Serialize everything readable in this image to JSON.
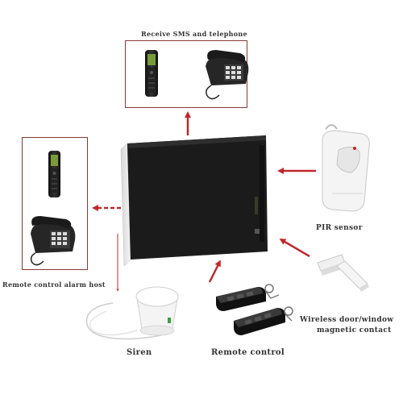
{
  "labels": {
    "receive": "Receive SMS and telephone",
    "remote_alarm_host": "Remote control alarm host",
    "pir": "PIR sensor",
    "door_line1": "Wireless door/window",
    "door_line2": "magnetic contact",
    "siren": "Siren",
    "remote": "Remote control"
  },
  "colors": {
    "arrow": "#c0282b",
    "box_border": "#8a3a32",
    "panel": "#1b1b1b",
    "text": "#333333"
  },
  "icons": [
    "mobile-phone-icon",
    "desk-telephone-icon",
    "alarm-panel-icon",
    "pir-sensor-icon",
    "door-contact-icon",
    "siren-icon",
    "remote-control-icon"
  ]
}
